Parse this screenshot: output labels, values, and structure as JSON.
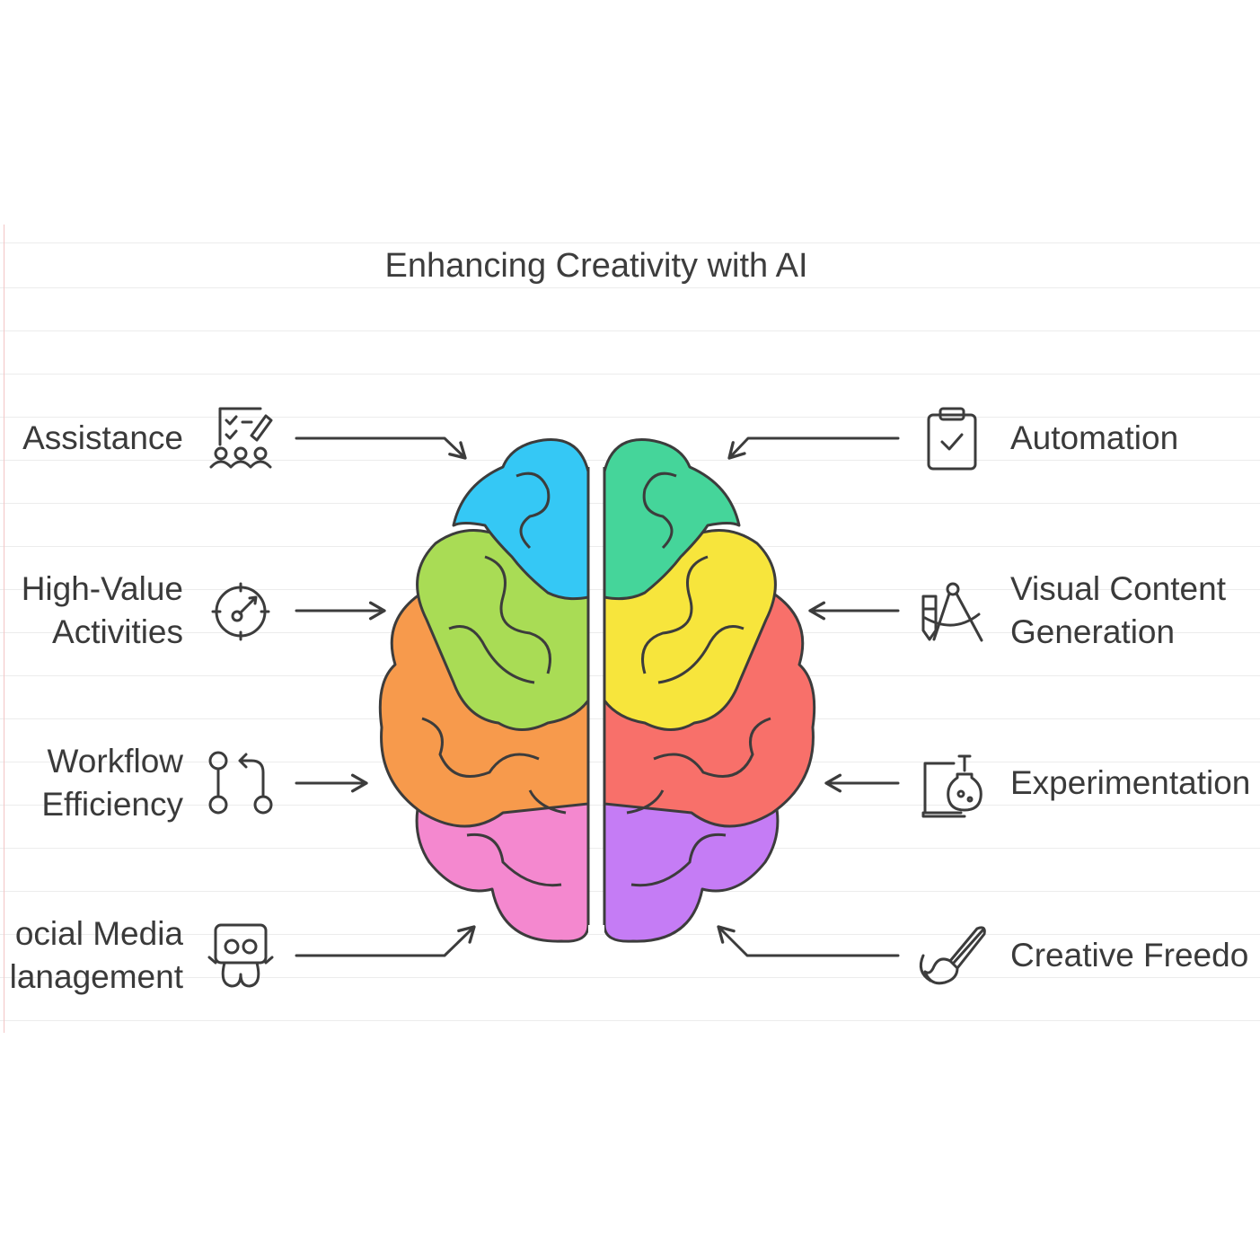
{
  "title": "Enhancing Creativity with AI",
  "left_items": [
    {
      "lines": [
        "Assistance"
      ],
      "icon": "team-checklist-icon"
    },
    {
      "lines": [
        "High-Value",
        "Activities"
      ],
      "icon": "target-icon"
    },
    {
      "lines": [
        "Workflow",
        "Efficiency"
      ],
      "icon": "workflow-icon"
    },
    {
      "lines": [
        "ocial Media",
        "lanagement"
      ],
      "icon": "social-media-icon"
    }
  ],
  "right_items": [
    {
      "lines": [
        "Automation"
      ],
      "icon": "clipboard-check-icon"
    },
    {
      "lines": [
        "Visual Content",
        "Generation"
      ],
      "icon": "drawing-tools-icon"
    },
    {
      "lines": [
        "Experimentation"
      ],
      "icon": "lab-flask-icon"
    },
    {
      "lines": [
        "Creative Freedo"
      ],
      "icon": "paintbrush-icon"
    }
  ],
  "colors": {
    "blue": "#35c8f5",
    "green_right": "#45d59a",
    "lime": "#a9dc55",
    "yellow": "#f7e53c",
    "orange": "#f79a4c",
    "red": "#f8706a",
    "pink": "#f488cf",
    "purple": "#c57cf5",
    "outline": "#3c3c3c"
  }
}
